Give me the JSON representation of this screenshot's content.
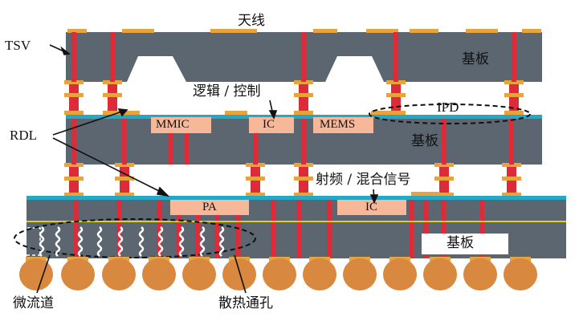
{
  "labels": {
    "antenna": "天线",
    "tsv": "TSV",
    "substrate_top": "基板",
    "logic_control": "逻辑 / 控制",
    "ipd": "IPD",
    "mmic": "MMIC",
    "ic_mid": "IC",
    "mems": "MEMS",
    "rdl": "RDL",
    "substrate_mid": "基板",
    "rf_mixed": "射频 / 混合信号",
    "pa": "PA",
    "ic_bottom": "IC",
    "substrate_bottom": "基板",
    "microchannel": "微流道",
    "thermal_via": "散热通孔"
  },
  "colors": {
    "substrate": "#5b6670",
    "pad": "#e8a33d",
    "via": "#dd2b3a",
    "chip": "#f7b89a",
    "rdl": "#23a8c6",
    "trace": "#d9cf2e",
    "bump": "#d8883f"
  }
}
